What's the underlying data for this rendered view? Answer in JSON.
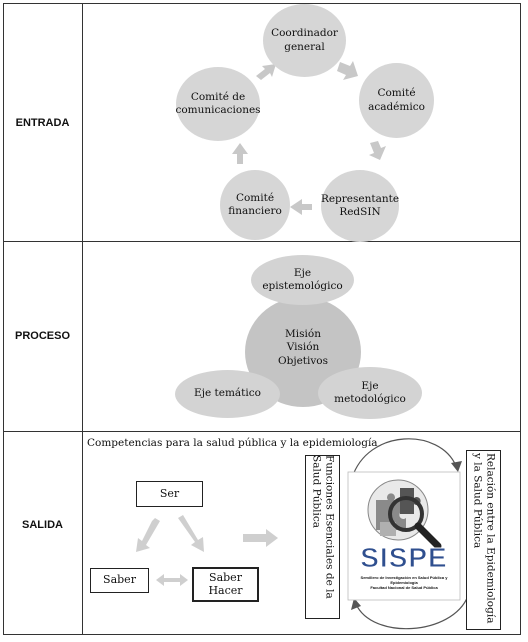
{
  "rows": {
    "entrada": "ENTRADA",
    "proceso": "PROCESO",
    "salida": "SALIDA"
  },
  "entrada": {
    "nodes": [
      {
        "label": "Coordinador\ngeneral"
      },
      {
        "label": "Comité\nacadémico"
      },
      {
        "label": "Representante\nRedSIN"
      },
      {
        "label": "Comité\nfinanciero"
      },
      {
        "label": "Comité de\ncomunicaciones"
      }
    ]
  },
  "proceso": {
    "center": "Misión\nVisión\nObjetivos",
    "top": "Eje\nepistemológico",
    "left": "Eje temático",
    "right": "Eje\nmetodológico"
  },
  "salida": {
    "heading": "Competencias para la salud pública y la epidemiología",
    "ser": "Ser",
    "saber": "Saber",
    "saber_hacer": "Saber\nHacer",
    "funciones": "Funciones Esenciales de la Salud Pública",
    "relacion": "Relación entre la Epidemiología y la Salud Pública",
    "logo": {
      "name": "SISPE",
      "line1": "Semillero de Investigación en Salud Pública y Epidemiología",
      "line2": "Facultad Nacional de Salud Pública"
    }
  },
  "colors": {
    "node_fill": "#d6d6d6",
    "arrow_fill": "#c8c8c8",
    "logo_blue": "#2f4f8f",
    "border": "#333333"
  }
}
